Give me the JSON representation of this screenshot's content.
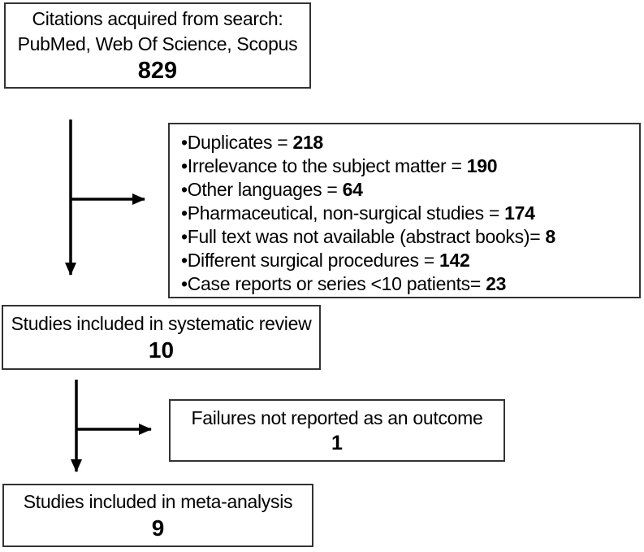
{
  "diagram": {
    "citations_box": {
      "line1": "Citations acquired from search:",
      "line2": "PubMed, Web Of Science, Scopus",
      "count": "829"
    },
    "exclusions_box": {
      "items": [
        {
          "label": "•Duplicates = ",
          "value": "218"
        },
        {
          "label": "•Irrelevance to the subject matter = ",
          "value": "190"
        },
        {
          "label": "•Other languages = ",
          "value": "64"
        },
        {
          "label": "•Pharmaceutical, non-surgical studies = ",
          "value": "174"
        },
        {
          "label": "•Full text was not available (abstract books)= ",
          "value": "8"
        },
        {
          "label": "•Different surgical procedures = ",
          "value": "142"
        },
        {
          "label": "•Case reports or series <10 patients= ",
          "value": "23"
        }
      ]
    },
    "systematic_review_box": {
      "label": "Studies included in systematic review",
      "count": "10"
    },
    "failures_box": {
      "label": "Failures not reported as an outcome",
      "count": "1"
    },
    "meta_analysis_box": {
      "label": "Studies included in meta-analysis",
      "count": "9"
    }
  },
  "colors": {
    "box_border": "#333333",
    "arrow": "#000000",
    "text": "#000000",
    "background": "#ffffff"
  }
}
